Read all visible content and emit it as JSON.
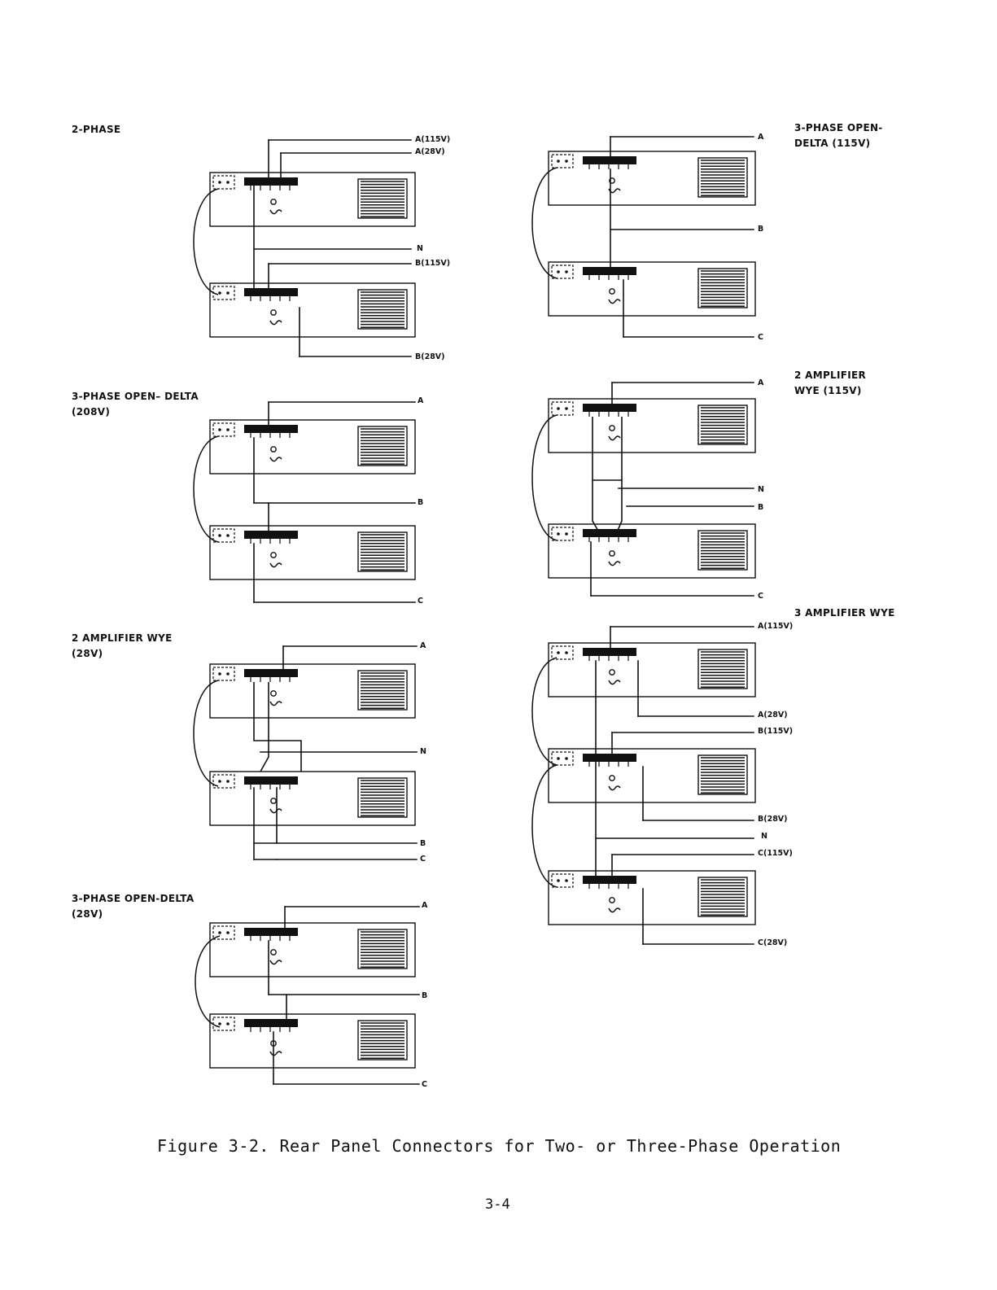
{
  "sections": [
    {
      "id": "two-phase",
      "title": "2-PHASE",
      "subtitle": "",
      "leads": [
        "A(115V)",
        "A(28V)",
        "N",
        "B(115V)",
        "B(28V)"
      ]
    },
    {
      "id": "open-delta-208",
      "title": "3-PHASE OPEN– DELTA",
      "subtitle": "(208V)",
      "leads": [
        "A",
        "B",
        "C"
      ]
    },
    {
      "id": "wye2-28",
      "title": "2 AMPLIFIER WYE",
      "subtitle": "(28V)",
      "leads": [
        "A",
        "N",
        "B",
        "C"
      ]
    },
    {
      "id": "open-delta-28",
      "title": "3-PHASE OPEN-DELTA",
      "subtitle": "(28V)",
      "leads": [
        "A",
        "B",
        "C"
      ]
    },
    {
      "id": "open-delta-115",
      "title": "3-PHASE OPEN-",
      "subtitle": "DELTA (115V)",
      "leads": [
        "A",
        "B",
        "C"
      ]
    },
    {
      "id": "wye2-115",
      "title": "2 AMPLIFIER",
      "subtitle": "WYE (115V)",
      "leads": [
        "A",
        "N",
        "B",
        "C"
      ]
    },
    {
      "id": "wye3",
      "title": "3 AMPLIFIER WYE",
      "subtitle": "",
      "leads": [
        "A(115V)",
        "A(28V)",
        "B(115V)",
        "B(28V)",
        "N",
        "C(115V)",
        "C(28V)"
      ]
    }
  ],
  "caption": "Figure 3-2.  Rear Panel Connectors for Two- or Three-Phase Operation",
  "page_number": "3-4",
  "colors": {
    "ink": "#111111",
    "paper": "#ffffff"
  }
}
